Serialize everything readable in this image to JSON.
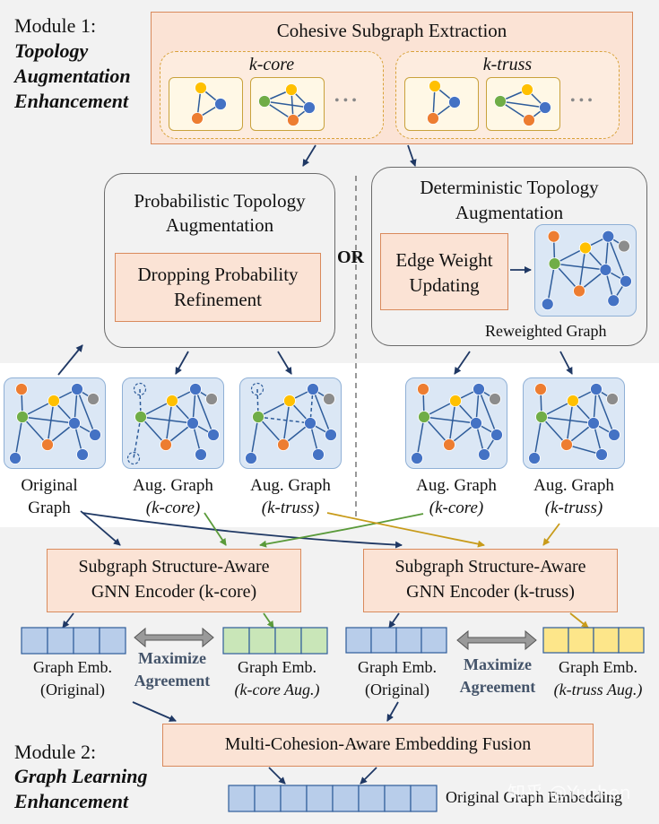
{
  "module1": {
    "label": "Module 1:",
    "title_line1": "Topology",
    "title_line2": "Augmentation",
    "title_line3": "Enhancement"
  },
  "extraction": {
    "title": "Cohesive Subgraph Extraction",
    "kcore": "k-core",
    "ktruss": "k-truss",
    "ellipsis": "• • •"
  },
  "prob": {
    "line1": "Probabilistic Topology",
    "line2": "Augmentation",
    "inner1": "Dropping Probability",
    "inner2": "Refinement"
  },
  "or_label": "OR",
  "det": {
    "line1": "Deterministic Topology",
    "line2": "Augmentation",
    "inner1": "Edge Weight",
    "inner2": "Updating",
    "reweighted": "Reweighted Graph"
  },
  "graphs": {
    "original": {
      "line1": "Original",
      "line2": "Graph"
    },
    "aug_kcore_left": {
      "line1": "Aug. Graph",
      "line2": "(k-core)"
    },
    "aug_ktruss_left": {
      "line1": "Aug. Graph",
      "line2": "(k-truss)"
    },
    "aug_kcore_right": {
      "line1": "Aug. Graph",
      "line2": "(k-core)"
    },
    "aug_ktruss_right": {
      "line1": "Aug. Graph",
      "line2": "(k-truss)"
    }
  },
  "encoders": {
    "kcore": {
      "line1": "Subgraph Structure-Aware",
      "line2": "GNN Encoder (k-core)"
    },
    "ktruss": {
      "line1": "Subgraph Structure-Aware",
      "line2": "GNN Encoder (k-truss)"
    }
  },
  "embeddings": {
    "orig_left": {
      "line1": "Graph Emb.",
      "line2": "(Original)"
    },
    "kcore_aug": {
      "line1": "Graph Emb.",
      "line2": "(k-core Aug.)"
    },
    "orig_right": {
      "line1": "Graph Emb.",
      "line2": "(Original)"
    },
    "ktruss_aug": {
      "line1": "Graph Emb.",
      "line2": "(k-truss Aug.)"
    }
  },
  "maximize": {
    "line1": "Maximize",
    "line2": "Agreement"
  },
  "fusion": {
    "title": "Multi-Cohesion-Aware Embedding Fusion"
  },
  "final": {
    "label": "Original Graph Embedding"
  },
  "module2": {
    "label": "Module 2:",
    "title_line1": "Graph Learning",
    "title_line2": "Enhancement"
  },
  "watermark": "知乎 @Yuchen",
  "colors": {
    "peach": "#fbe3d5",
    "peach_border": "#d98a5c",
    "gray_band": "#f2f2f2",
    "graph_bg": "#dbe7f5",
    "emb_blue": "#b8cdea",
    "emb_green": "#c9e6b8",
    "emb_yellow": "#fde68a",
    "arrow_navy": "#1f3864",
    "arrow_green": "#5a9a3a",
    "arrow_gold": "#c89b1a",
    "node_orange": "#ed7d31",
    "node_yellow": "#ffc000",
    "node_green": "#70ad47",
    "node_blue": "#4472c4",
    "node_gray": "#8c8c8c"
  }
}
